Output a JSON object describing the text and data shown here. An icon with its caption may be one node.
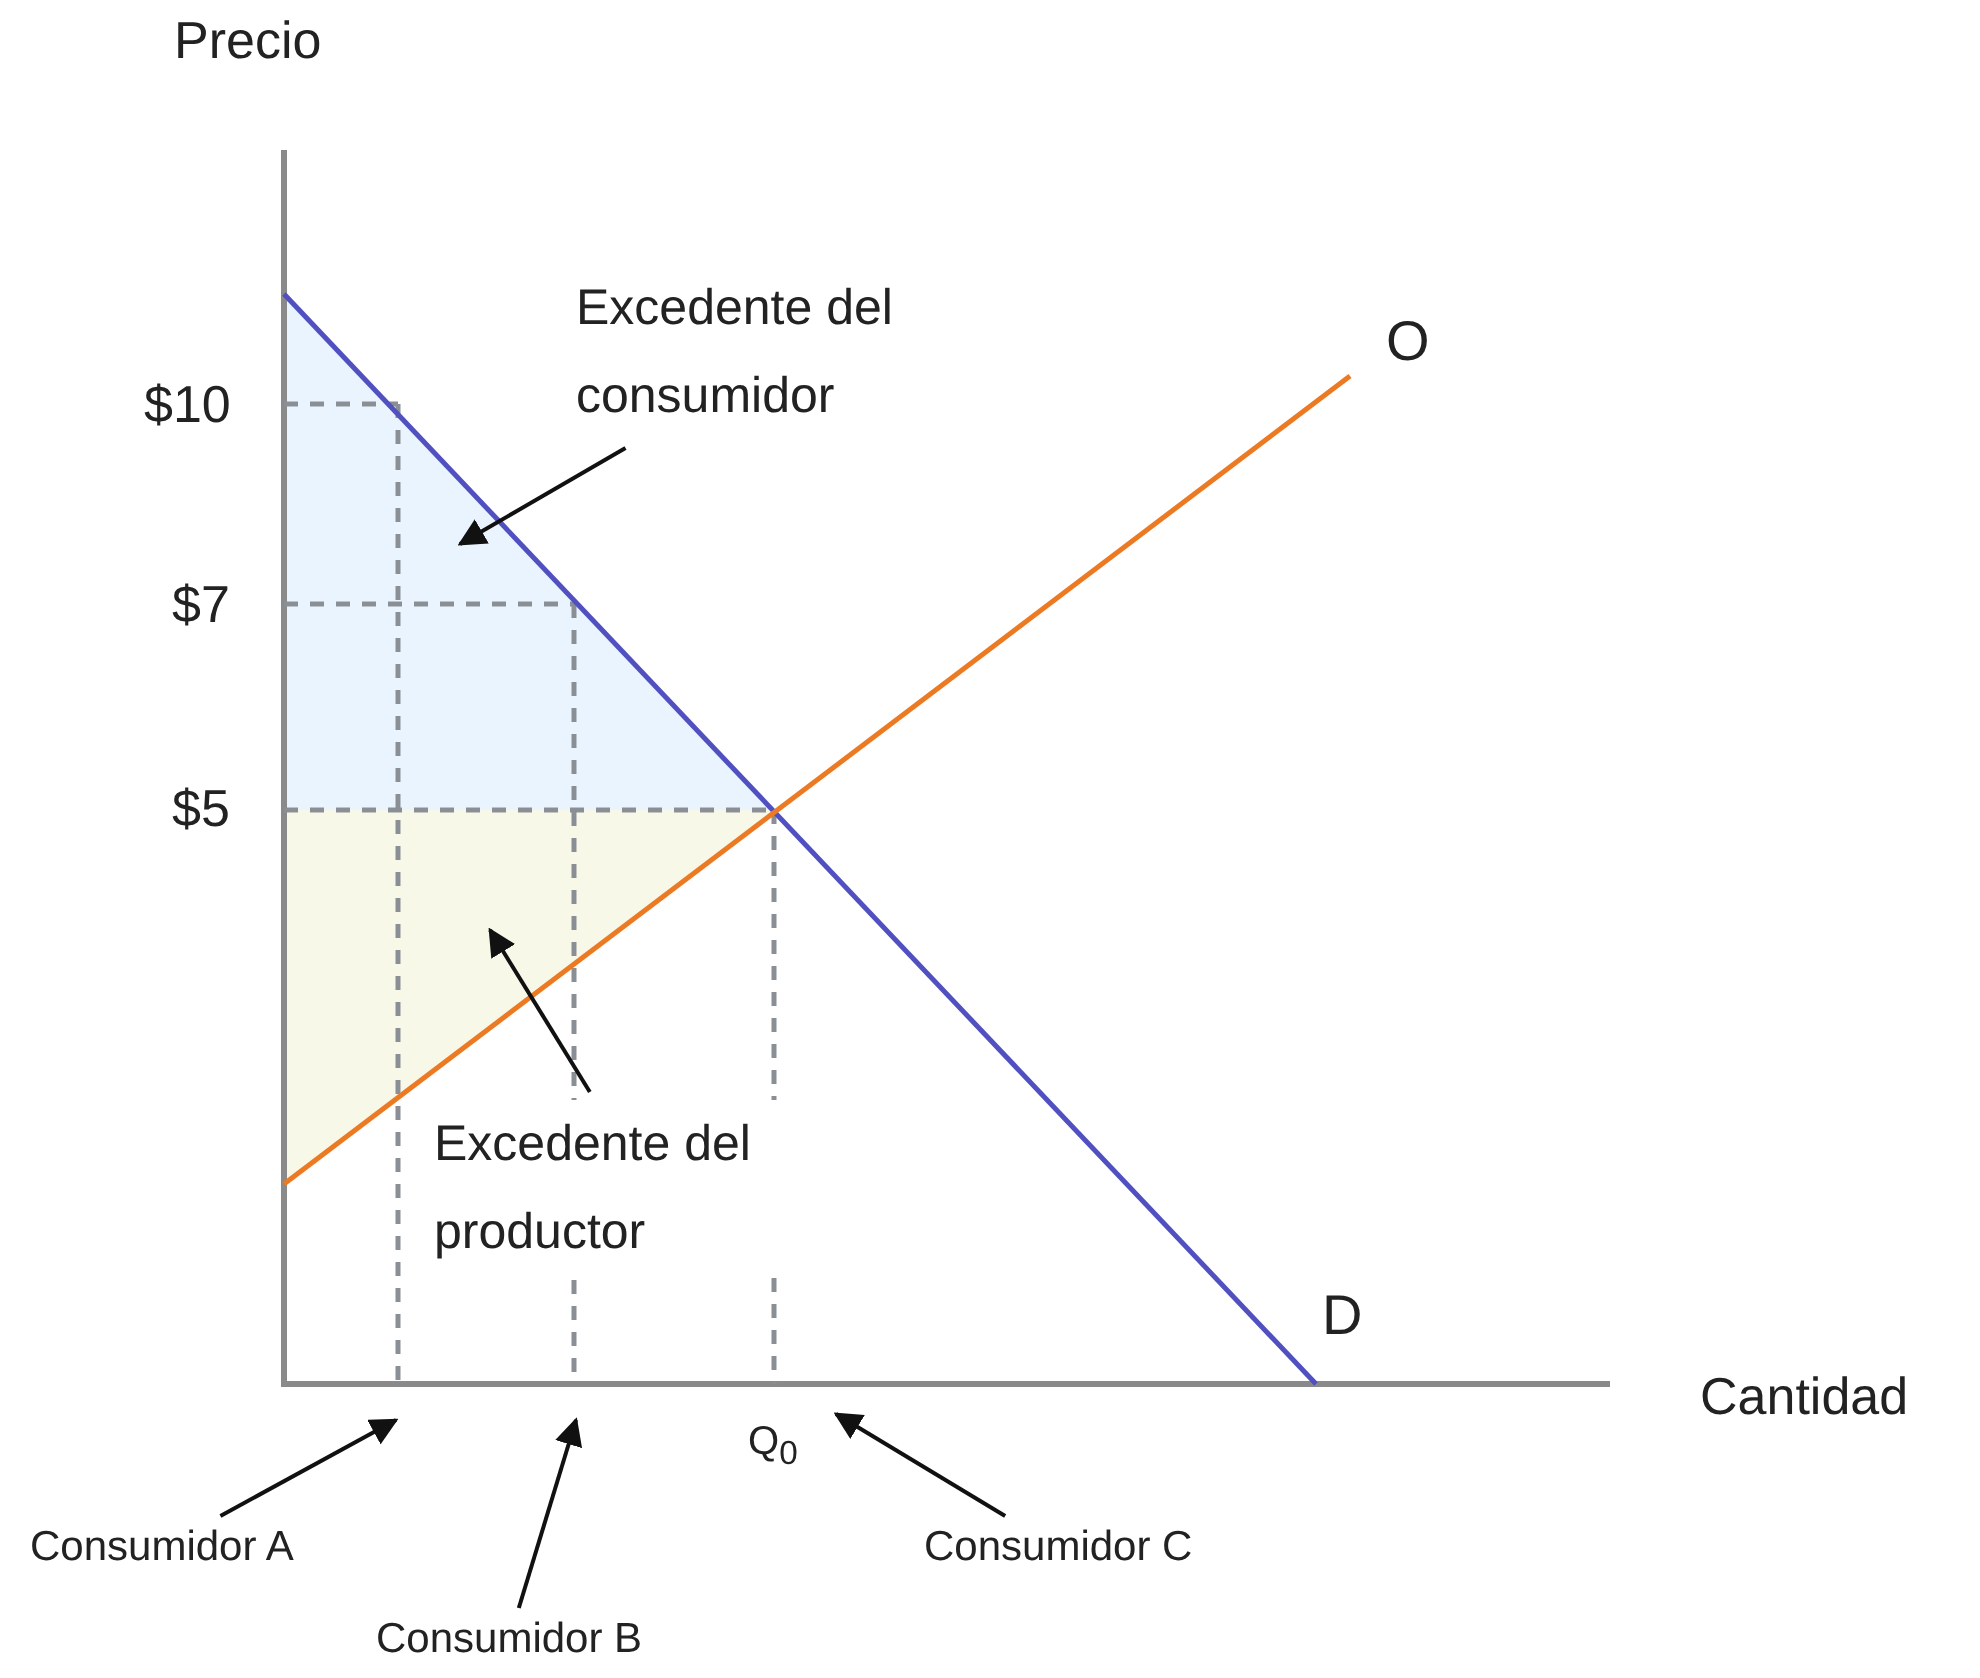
{
  "diagram": {
    "nodes": [
      {
        "text": [
          "Excedente del consumidor"
        ]
      },
      {
        "text": [],
        "shape": "triangle"
      },
      {
        "text": [],
        "shape": "triangle"
      },
      {
        "text": [
          "Excedente del productor"
        ]
      },
      {
        "text": [
          "Consumidor A"
        ]
      },
      {
        "text": [
          "Consumidor B"
        ]
      },
      {
        "text": [
          "Consumidor C"
        ]
      }
    ],
    "edges": [
      {
        "from": 0,
        "to": 1,
        "arrow": "to"
      },
      {
        "from": 3,
        "to": 2,
        "arrow": "to"
      },
      {
        "from": 4,
        "to": null,
        "arrow": "to"
      },
      {
        "from": 5,
        "to": null,
        "arrow": "to"
      },
      {
        "from": 6,
        "to": null,
        "arrow": "to"
      }
    ],
    "labels": [
      "Precio",
      "O",
      "$10",
      "$7",
      "$5",
      "D",
      "Cantidad",
      "Q$_{0}$"
    ]
  }
}
